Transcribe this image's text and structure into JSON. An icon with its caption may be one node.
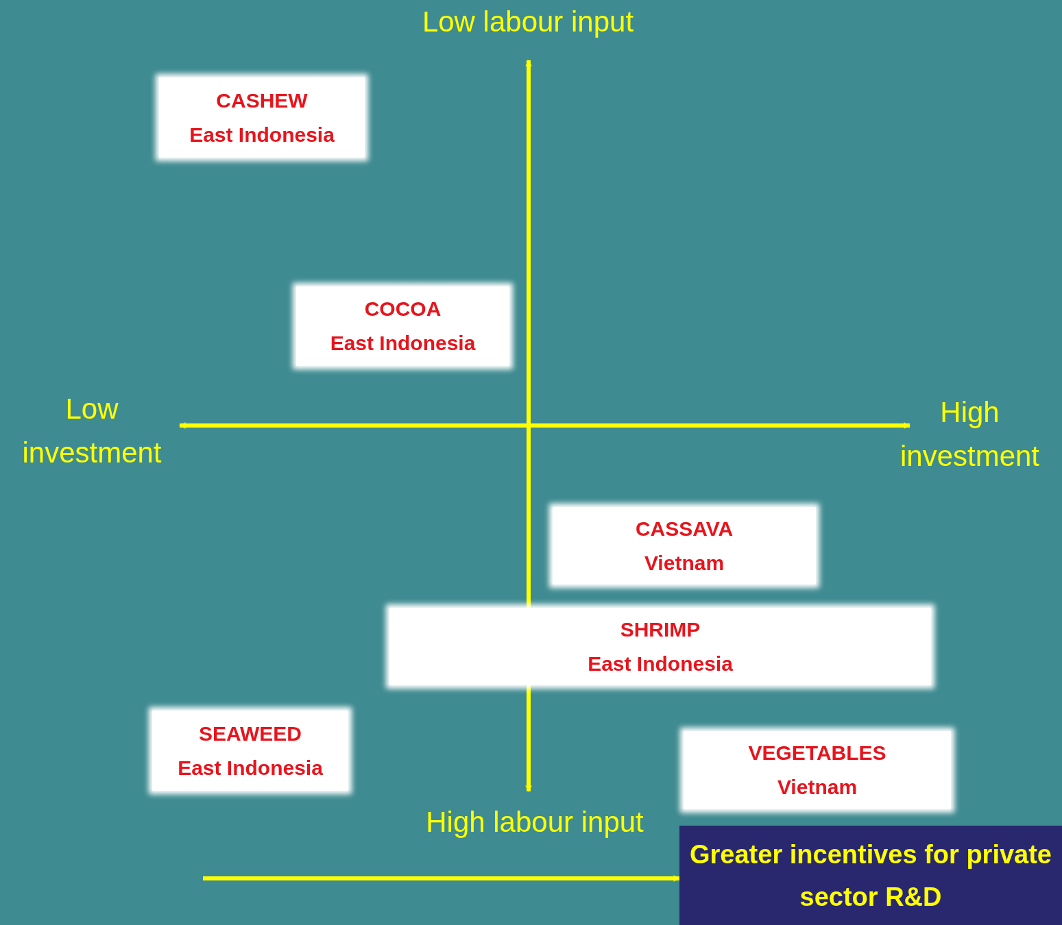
{
  "diagram": {
    "nodes": [
      {
        "text": [
          "CASHEW",
          "East Indonesia"
        ]
      },
      {
        "text": [
          "COCOA",
          "East Indonesia"
        ]
      },
      {
        "text": [
          "CASSAVA",
          "Vietnam"
        ]
      },
      {
        "text": [
          "SHRIMP",
          "East Indonesia"
        ]
      },
      {
        "text": [
          "SEAWEED",
          "East Indonesia"
        ]
      },
      {
        "text": [
          "VEGETABLES",
          "Vietnam"
        ]
      },
      {
        "text": [
          "Greater incentives for private sector R&D"
        ]
      }
    ],
    "edges": [
      {
        "from": null,
        "to": 6,
        "arrow": "to"
      }
    ],
    "labels": [
      "Low labour input",
      "Low investment",
      "High investment",
      "High labour input"
    ]
  }
}
